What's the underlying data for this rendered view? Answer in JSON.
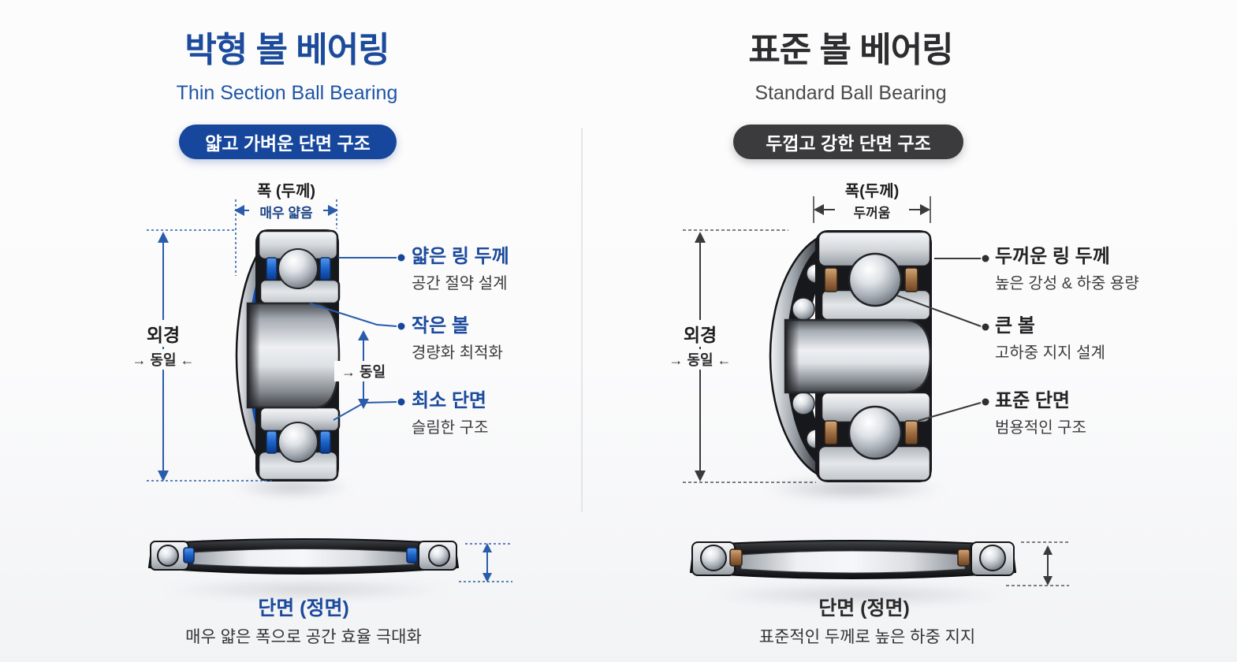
{
  "left": {
    "title_ko": "박형 볼 베어링",
    "title_en": "Thin Section Ball Bearing",
    "badge": "얇고 가벼운 단면 구조",
    "dims": {
      "width_label": "폭 (두께)",
      "width_note": "매우 얇음",
      "od_label": "외경",
      "od_note": "→ 동일 ←",
      "ball_note": "→ 동일"
    },
    "annotations": [
      {
        "title": "얇은 링 두께",
        "desc": "공간 절약 설계"
      },
      {
        "title": "작은 볼",
        "desc": "경량화 최적화"
      },
      {
        "title": "최소 단면",
        "desc": "슬림한 구조"
      }
    ],
    "side_view": {
      "label": "단면 (정면)",
      "caption": "매우 얇은 폭으로 공간 효율 극대화"
    },
    "colors": {
      "accent": "#16479d",
      "title": "#1c4b9b",
      "line": "#2a5cab",
      "seal": "#1b63c8"
    }
  },
  "right": {
    "title_ko": "표준 볼 베어링",
    "title_en": "Standard Ball Bearing",
    "badge": "두껍고 강한 단면 구조",
    "dims": {
      "width_label": "폭(두께)",
      "width_note": "두꺼움",
      "od_label": "외경",
      "od_note": "→ 동일 ←"
    },
    "annotations": [
      {
        "title": "두꺼운 링 두께",
        "desc": "높은 강성 & 하중 용량"
      },
      {
        "title": "큰 볼",
        "desc": "고하중 지지 설계"
      },
      {
        "title": "표준 단면",
        "desc": "범용적인 구조"
      }
    ],
    "side_view": {
      "label": "단면 (정면)",
      "caption": "표준적인 두께로 높은 하중 지지"
    },
    "colors": {
      "accent": "#3b3b3d",
      "title": "#2d2d2f",
      "line": "#3a3a3c",
      "cage": "#a06e42"
    }
  }
}
